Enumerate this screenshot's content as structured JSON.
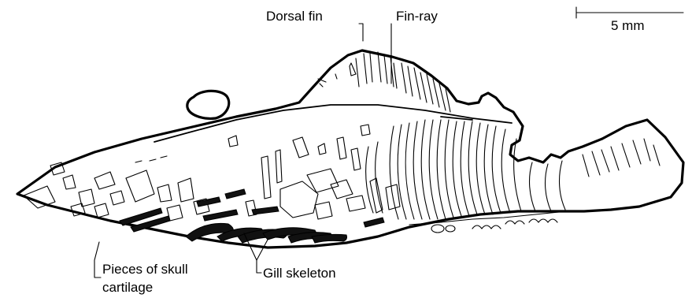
{
  "labels": {
    "dorsal_fin": "Dorsal fin",
    "fin_ray": "Fin-ray",
    "scale_bar": "5 mm",
    "skull_cartilage_line1": "Pieces of skull",
    "skull_cartilage_line2": "cartilage",
    "gill_skeleton": "Gill skeleton"
  }
}
